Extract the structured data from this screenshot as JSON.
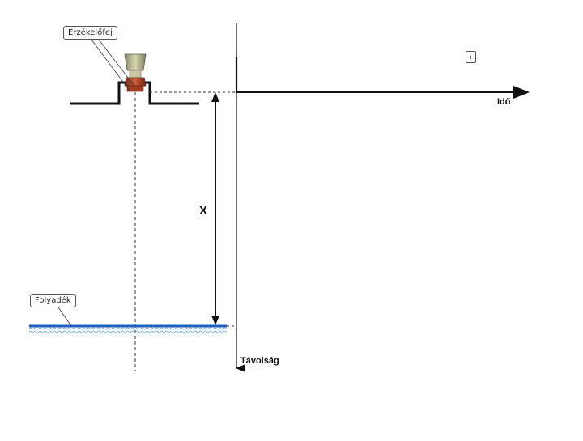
{
  "diagram": {
    "sensor_label": "Érzékelőfej",
    "liquid_label": "Folyadék",
    "distance_label": "X",
    "time_axis_label": "Idő",
    "distance_axis_label": "Távolság",
    "mini_box_text": "ı"
  },
  "colors": {
    "line": "#111111",
    "liquid": "#1f5fbf",
    "wave": "#6aa0d8",
    "sensor_body": "#b8b58a",
    "sensor_base": "#b24a2c"
  },
  "icons": {
    "sensor": "ultrasonic-sensor-icon",
    "liquid": "liquid-surface-icon"
  }
}
